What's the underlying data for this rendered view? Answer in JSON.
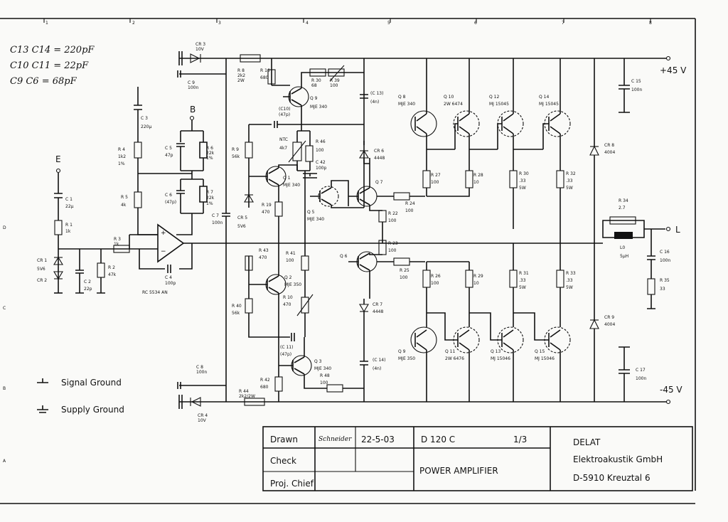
{
  "notes": [
    "C13 C14 = 220pF",
    "C10 C11 = 22pF",
    "C9 C6 = 68pF"
  ],
  "column_numbers": [
    "1",
    "2",
    "3",
    "4",
    "5",
    "6",
    "7",
    "8"
  ],
  "row_letters": [
    "D",
    "C",
    "B",
    "A"
  ],
  "nodes": {
    "E": "E",
    "B": "B",
    "L": "L",
    "plus": "+45 V",
    "minus": "-45 V"
  },
  "legend": {
    "signal": "Signal Ground",
    "supply": "Supply Ground"
  },
  "components": {
    "cr3": [
      "CR 3",
      "10V"
    ],
    "cr4": [
      "CR 4",
      "10V"
    ],
    "c9": [
      "C 9",
      "100n"
    ],
    "c8": [
      "C 8",
      "100n"
    ],
    "r8": [
      "R 8",
      "2k2",
      "2W"
    ],
    "r16": [
      "R 16",
      "680"
    ],
    "r30": [
      "R 30",
      "68"
    ],
    "r39": [
      "R 39",
      "100"
    ],
    "q9": [
      "Q 9",
      "MJE 340"
    ],
    "c10": [
      "(C10)",
      "(47p)"
    ],
    "c13": [
      "(C 13)",
      "(4n)"
    ],
    "c14": [
      "(C 14)",
      "(4n)"
    ],
    "c3": [
      "C 3",
      "220µ"
    ],
    "r4": [
      "R 4",
      "1k2",
      "1%"
    ],
    "c5": [
      "C 5",
      "47p"
    ],
    "r6": [
      "R 6",
      "22k",
      "1%"
    ],
    "c6": [
      "C 6",
      "(47p)"
    ],
    "r7": [
      "R 7",
      "22k",
      "1%"
    ],
    "r5": [
      "R 5",
      "4k"
    ],
    "r9": [
      "R 9",
      "56k"
    ],
    "c7": [
      "C 7",
      "100n"
    ],
    "ntc": [
      "NTC",
      "4k7"
    ],
    "r46": [
      "R 46",
      "100"
    ],
    "c42": [
      "C 42",
      "100p"
    ],
    "q1": [
      "Q 1",
      "MJE 340"
    ],
    "q5": [
      "Q 5",
      "MJE 340"
    ],
    "q7": "Q 7",
    "q6": "Q 6",
    "cr6": [
      "CR 6",
      "4448"
    ],
    "cr7": [
      "CR 7",
      "4448"
    ],
    "cr5": [
      "CR 5",
      "5V6"
    ],
    "r19": [
      "R 19",
      "470"
    ],
    "c1": [
      "C 1",
      "22µ"
    ],
    "r1": [
      "R 1",
      "1k"
    ],
    "r3": [
      "R 3",
      "1k"
    ],
    "cr1": [
      "CR 1",
      "5V6"
    ],
    "cr2": "CR 2",
    "c2": [
      "C 2",
      "22p"
    ],
    "r2": [
      "R 2",
      "47k"
    ],
    "c4": [
      "C 4",
      "100p"
    ],
    "ic": "RC 5534 AN",
    "r43": [
      "R 43",
      "470"
    ],
    "r41": [
      "R 41",
      "100"
    ],
    "q2": [
      "Q 2",
      "MJE 350"
    ],
    "r40": [
      "R 40",
      "56k"
    ],
    "r10": [
      "R 10",
      "470"
    ],
    "c11": [
      "(C 11)",
      "(47p)"
    ],
    "q3": [
      "Q 3",
      "MJE 340"
    ],
    "r42": [
      "R 42",
      "680"
    ],
    "r44": [
      "R 44",
      "2k2/2W"
    ],
    "r48": [
      "R 48",
      "100"
    ],
    "r24": [
      "R 24",
      "100"
    ],
    "r22": [
      "R 22",
      "100"
    ],
    "r23": [
      "R 23",
      "100"
    ],
    "r25": [
      "R 25",
      "100"
    ],
    "q8": [
      "Q 8",
      "MJE 340"
    ],
    "q10": [
      "Q 10",
      "2W 6474"
    ],
    "q12": [
      "Q 12",
      "MJ 15045"
    ],
    "q14": [
      "Q 14",
      "MJ 15045"
    ],
    "r27": [
      "R 27",
      "100"
    ],
    "r28": [
      "R 28",
      "10"
    ],
    "r30p": [
      "R 30",
      ".33",
      "5W"
    ],
    "r32": [
      "R 32",
      ".33",
      "5W"
    ],
    "r26": [
      "R 26",
      "100"
    ],
    "r29": [
      "R 29",
      "10"
    ],
    "r31": [
      "R 31",
      ".33",
      "5W"
    ],
    "r33": [
      "R 33",
      ".33",
      "5W"
    ],
    "q9b": [
      "Q 9",
      "MJE 350"
    ],
    "q11": [
      "Q 11",
      "2W 6476"
    ],
    "q13": [
      "Q 13",
      "MJ 15046"
    ],
    "q15": [
      "Q 15",
      "MJ 15046"
    ],
    "c15": [
      "C 15",
      "100n"
    ],
    "cr8": [
      "CR 8",
      "4004"
    ],
    "cr9": [
      "CR 9",
      "4004"
    ],
    "r34": [
      "R 34",
      "2.7"
    ],
    "l0": [
      "L0",
      "5µH"
    ],
    "c16": [
      "C 16",
      "100n"
    ],
    "r35": [
      "R 35",
      "33"
    ],
    "c17": [
      "C 17",
      "100n"
    ]
  },
  "title_block": {
    "drawn_label": "Drawn",
    "drawn_sig": "Schneider",
    "date": "22-5-03",
    "check_label": "Check",
    "proj_label": "Proj. Chief",
    "number": "D 120 C",
    "sheet": "1/3",
    "title": "POWER  AMPLIFIER",
    "company1": "DELAT",
    "company2": "Elektroakustik  GmbH",
    "company3": "D-5910  Kreuztal  6"
  }
}
